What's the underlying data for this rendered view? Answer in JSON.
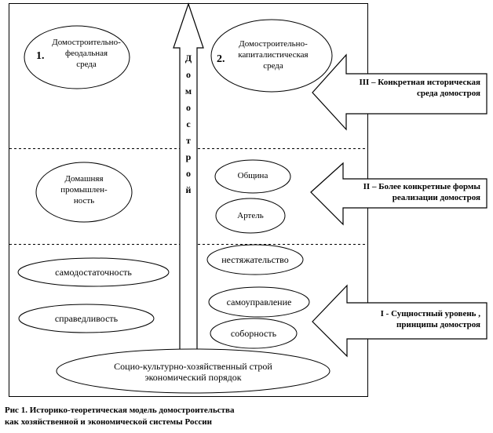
{
  "levels": {
    "level3": {
      "label_line1": "III – Конкретная историческая",
      "label_line2": "среда домостроя"
    },
    "level2": {
      "label_line1": "II – Более конкретные формы",
      "label_line2": "реализации домостроя"
    },
    "level1": {
      "label_line1": "I -  Сущностный уровень ,",
      "label_line2": "принципы домостроя"
    }
  },
  "environments": {
    "feudal": {
      "number": "1.",
      "line1": "Домостроительно-",
      "line2": "феодальная",
      "line3": "среда"
    },
    "capitalist": {
      "number": "2.",
      "line1": "Домостроительно-",
      "line2": "капиталистическая",
      "line3": "среда"
    }
  },
  "forms": {
    "home_industry": {
      "line1": "Домашняя",
      "line2": "промышлен-",
      "line3": "ность"
    },
    "community": "Община",
    "artel": "Артель"
  },
  "principles": {
    "self_sufficiency": "самодостаточность",
    "justice": "справедливость",
    "non_acquisitiveness": "нестяжательство",
    "self_government": "самоуправление",
    "sobornost": "соборность"
  },
  "base": {
    "line1": "Социо-культурно-хозяйственный строй",
    "line2": "экономический порядок"
  },
  "central_arrow_letters": [
    "Д",
    "о",
    "м",
    "о",
    "с",
    "т",
    "р",
    "о",
    "й"
  ],
  "caption": {
    "line1": "Рис 1. Историко-теоретическая модель домостроительства",
    "line2": "как хозяйственной и экономической системы России"
  }
}
